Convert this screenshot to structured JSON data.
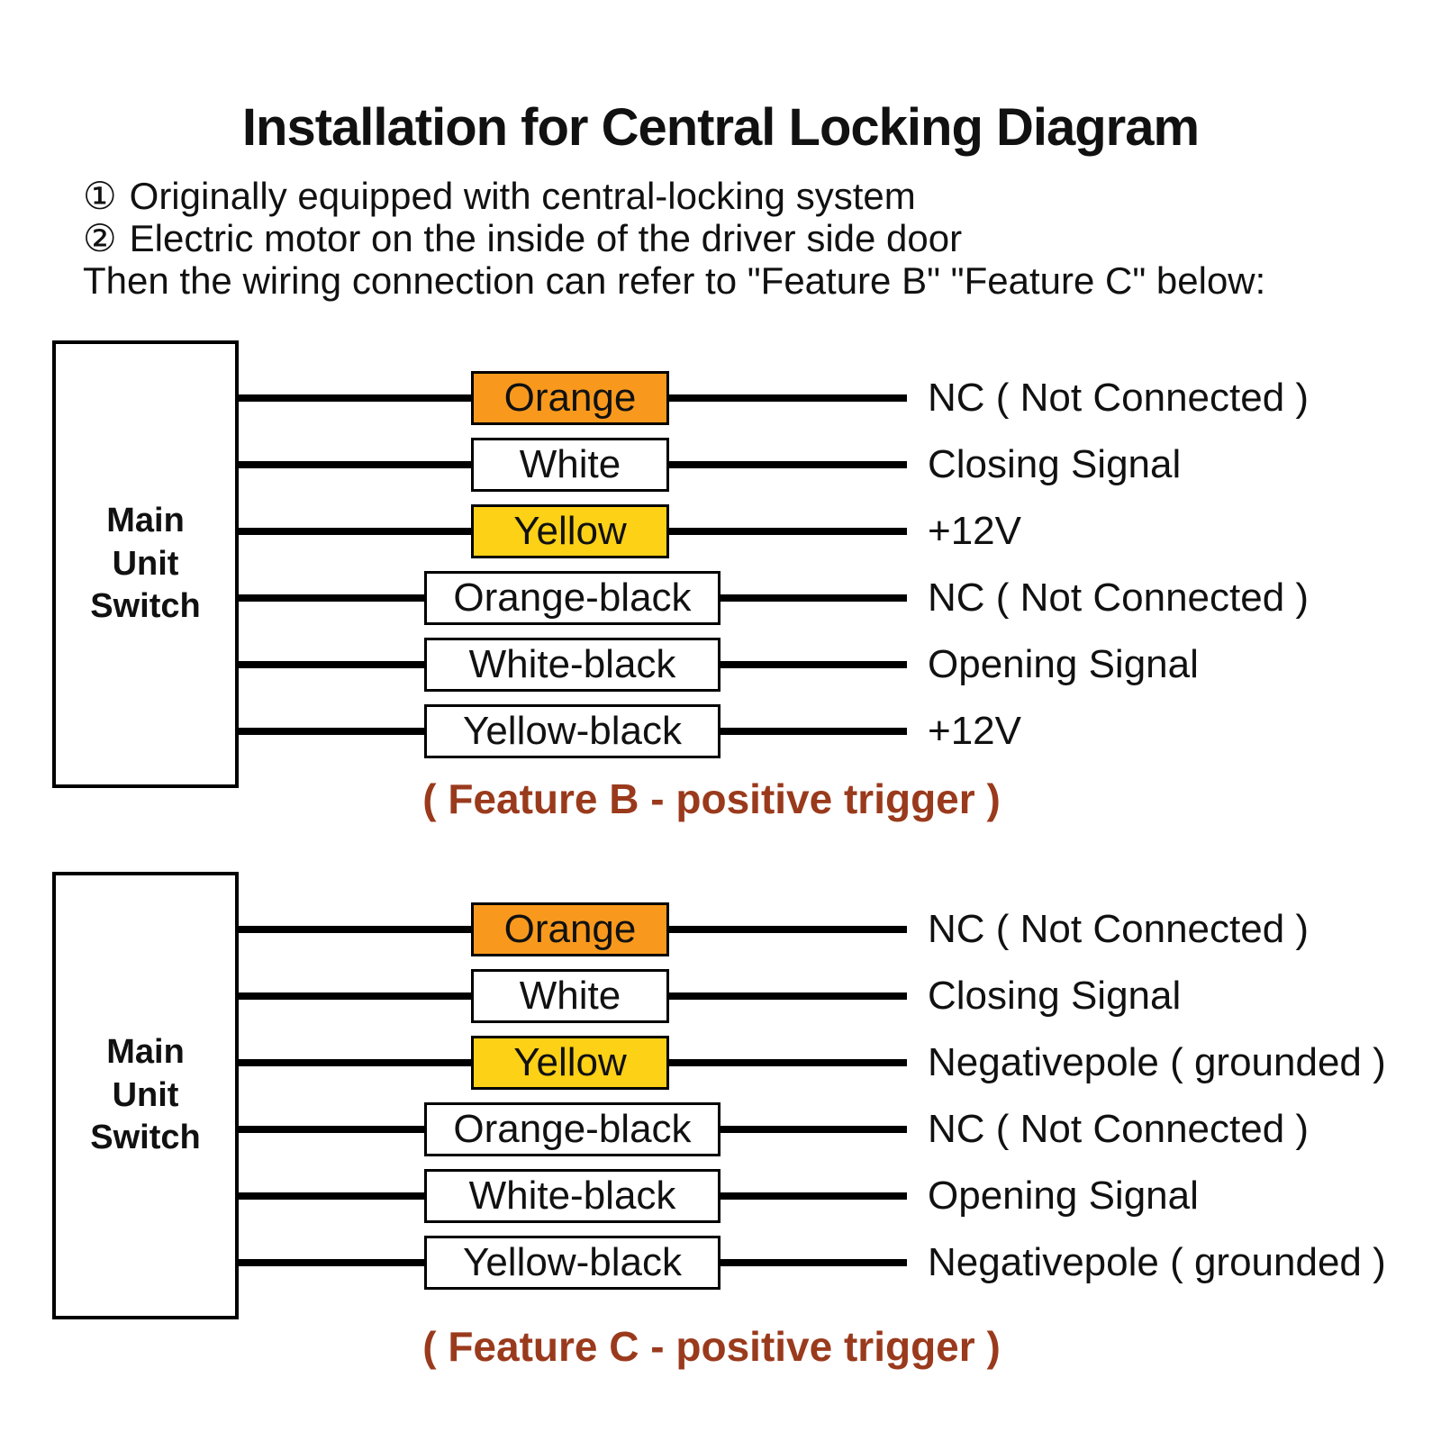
{
  "title": "Installation for Central Locking Diagram",
  "intro": {
    "items": [
      {
        "bullet": "①",
        "text": "Originally equipped with central-locking system"
      },
      {
        "bullet": "②",
        "text": "Electric motor on the inside of the driver side door"
      }
    ],
    "line3": "Then the wiring connection can refer to \"Feature B\" \"Feature C\" below:"
  },
  "colors": {
    "orange": "#F8991D",
    "yellow": "#FCD116",
    "caption": "#9A3A1C",
    "wire": "#000000"
  },
  "diagrams": [
    {
      "source_label": "Main Unit Switch",
      "caption": "( Feature B - positive trigger )",
      "rows": [
        {
          "wire": "Orange",
          "signal": "NC ( Not Connected )"
        },
        {
          "wire": "White",
          "signal": "Closing Signal"
        },
        {
          "wire": "Yellow",
          "signal": "+12V"
        },
        {
          "wire": "Orange-black",
          "signal": "NC ( Not Connected )"
        },
        {
          "wire": "White-black",
          "signal": "Opening Signal"
        },
        {
          "wire": "Yellow-black",
          "signal": "+12V"
        }
      ]
    },
    {
      "source_label": "Main Unit Switch",
      "caption": "( Feature C - positive trigger )",
      "rows": [
        {
          "wire": "Orange",
          "signal": "NC ( Not Connected )"
        },
        {
          "wire": "White",
          "signal": "Closing Signal"
        },
        {
          "wire": "Yellow",
          "signal": "Negativepole ( grounded )"
        },
        {
          "wire": "Orange-black",
          "signal": "NC ( Not Connected )"
        },
        {
          "wire": "White-black",
          "signal": "Opening Signal"
        },
        {
          "wire": "Yellow-black",
          "signal": "Negativepole ( grounded )"
        }
      ]
    }
  ]
}
